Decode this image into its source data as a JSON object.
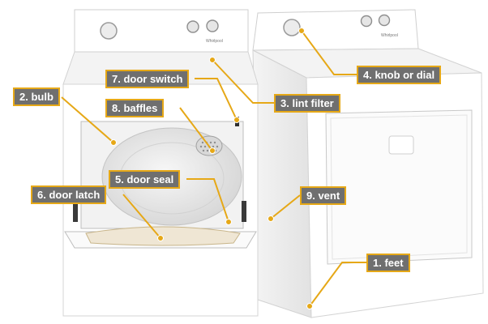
{
  "colors": {
    "callout_fill": "#6f6f6f",
    "callout_border": "#e6a817",
    "callout_text": "#ffffff",
    "leader_line": "#e6a817",
    "appliance_body": "#ffffff",
    "appliance_shadow": "#dcdcdc"
  },
  "brand_logo_text": "Whirlpool",
  "callouts": [
    {
      "id": "feet",
      "label": "1. feet"
    },
    {
      "id": "bulb",
      "label": "2. bulb"
    },
    {
      "id": "lint-filter",
      "label": "3. lint filter"
    },
    {
      "id": "knob-or-dial",
      "label": "4. knob or dial"
    },
    {
      "id": "door-seal",
      "label": "5. door seal"
    },
    {
      "id": "door-latch",
      "label": "6. door latch"
    },
    {
      "id": "door-switch",
      "label": "7. door switch"
    },
    {
      "id": "baffles",
      "label": "8. baffles"
    },
    {
      "id": "vent",
      "label": "9. vent"
    }
  ]
}
